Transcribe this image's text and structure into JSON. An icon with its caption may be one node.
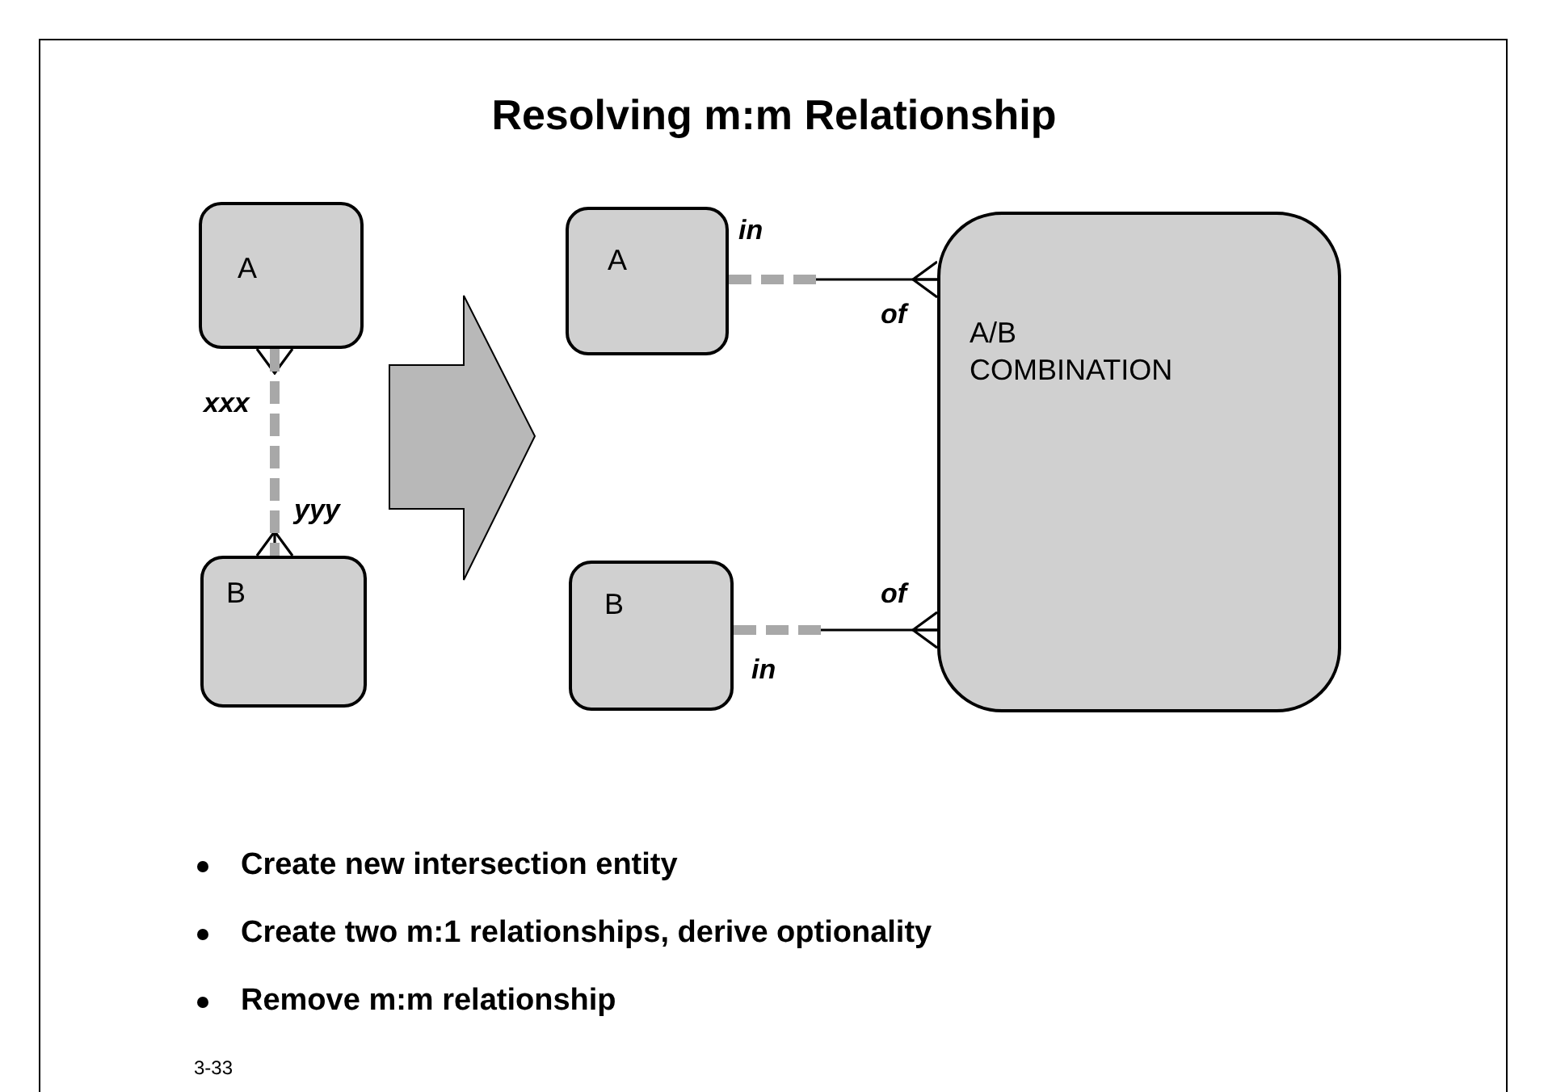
{
  "diagram": {
    "title": "Resolving m:m Relationship",
    "nodes": [
      {
        "text": [
          "A"
        ]
      },
      {
        "text": [
          "B"
        ]
      },
      {
        "text": [
          "A"
        ]
      },
      {
        "text": [
          "B"
        ]
      },
      {
        "text": [
          "A/B COMBINATION"
        ]
      }
    ],
    "edges": [
      {
        "from": 0,
        "to": 1,
        "arrow": "other",
        "style": "dashed"
      },
      {
        "from": 2,
        "to": 4,
        "arrow": "other",
        "style": "dashed"
      },
      {
        "from": 3,
        "to": 4,
        "arrow": "other",
        "style": "dashed"
      }
    ],
    "labels": [
      "xxx",
      "yyy",
      "in",
      "of",
      "of",
      "in",
      "Create new intersection entity",
      "Create two m:1 relationships, derive optionality",
      "Remove m:m relationship",
      "3-33"
    ]
  }
}
